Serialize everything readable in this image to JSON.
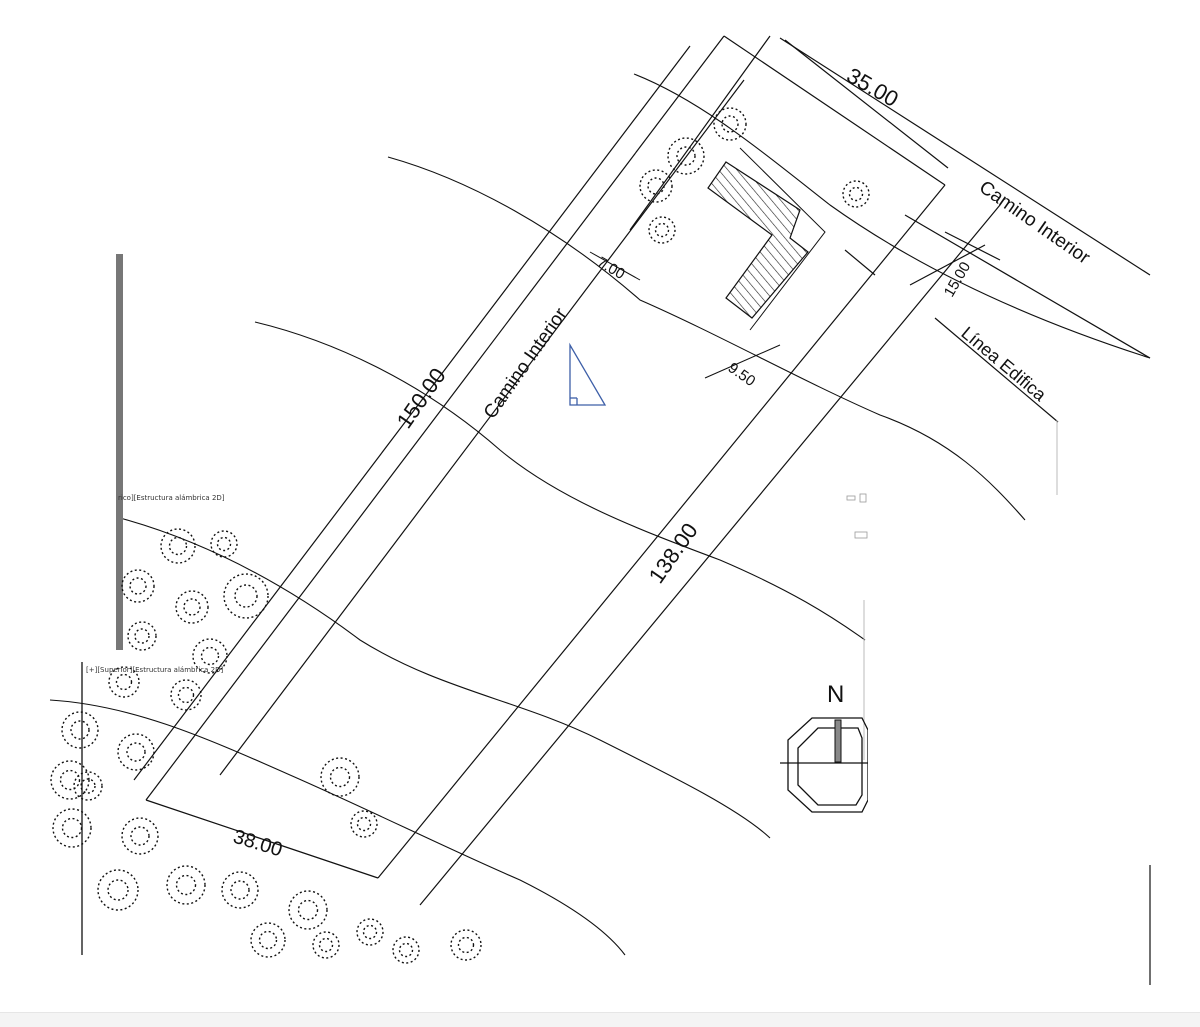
{
  "dimensions": {
    "front_top": "35.00",
    "left_side": "150.00",
    "right_side": "138.00",
    "front_bottom": "38.00",
    "setback_side": "7.00",
    "setback_building": "9.50",
    "setback_front": "15.00"
  },
  "labels": {
    "road_top": "Camino Interior",
    "road_inner": "Camino Interior",
    "building_line": "Línea Edifica",
    "north": "N"
  },
  "viewport_labels": {
    "upper": "rico][Estructura alámbrica 2D]",
    "lower": "[+][Superior][Estructura alámbrica 2D]"
  },
  "colors": {
    "line": "#111111",
    "ucs_icon": "#3d5fa8",
    "hatch": "#222222"
  }
}
